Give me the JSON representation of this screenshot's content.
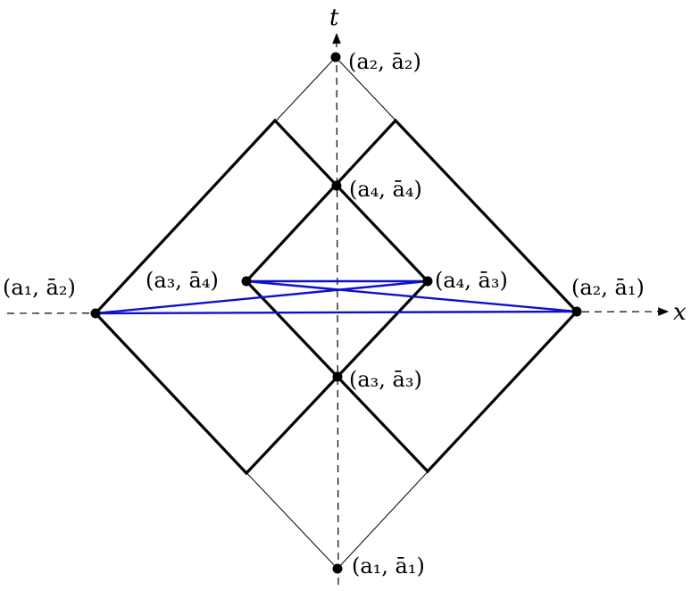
{
  "axes": {
    "x_label": "x",
    "t_label": "t"
  },
  "points": [
    {
      "id": "a2-a2bar",
      "label": "(a₂, ā₂)"
    },
    {
      "id": "a4-a4bar",
      "label": "(a₄, ā₄)"
    },
    {
      "id": "a1-a2bar",
      "label": "(a₁, ā₂)"
    },
    {
      "id": "a3-a4bar",
      "label": "(a₃, ā₄)"
    },
    {
      "id": "a4-a3bar",
      "label": "(a₄, ā₃)"
    },
    {
      "id": "a2-a1bar",
      "label": "(a₂, ā₁)"
    },
    {
      "id": "a3-a3bar",
      "label": "(a₃, ā₃)"
    },
    {
      "id": "a1-a1bar",
      "label": "(a₁, ā₁)"
    }
  ],
  "colors": {
    "line": "#000000",
    "highlight": "#1010cc"
  }
}
